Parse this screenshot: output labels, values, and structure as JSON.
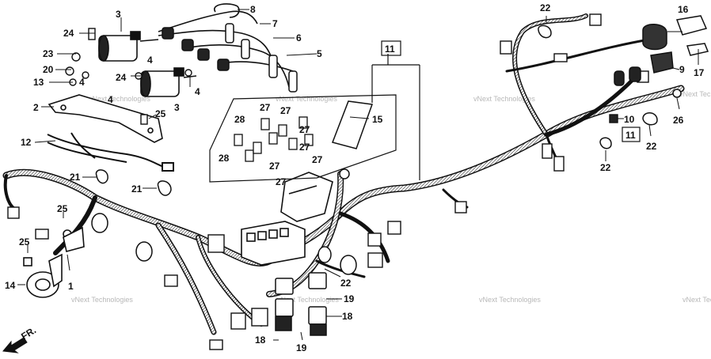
{
  "callouts": [
    "1",
    "2",
    "3",
    "4",
    "5",
    "6",
    "7",
    "8",
    "9",
    "10",
    "11",
    "12",
    "13",
    "14",
    "15",
    "16",
    "17",
    "18",
    "19",
    "20",
    "21",
    "22",
    "23",
    "24",
    "25",
    "26",
    "27",
    "28"
  ],
  "watermark": "vNext Technologies",
  "front_label": "FR."
}
